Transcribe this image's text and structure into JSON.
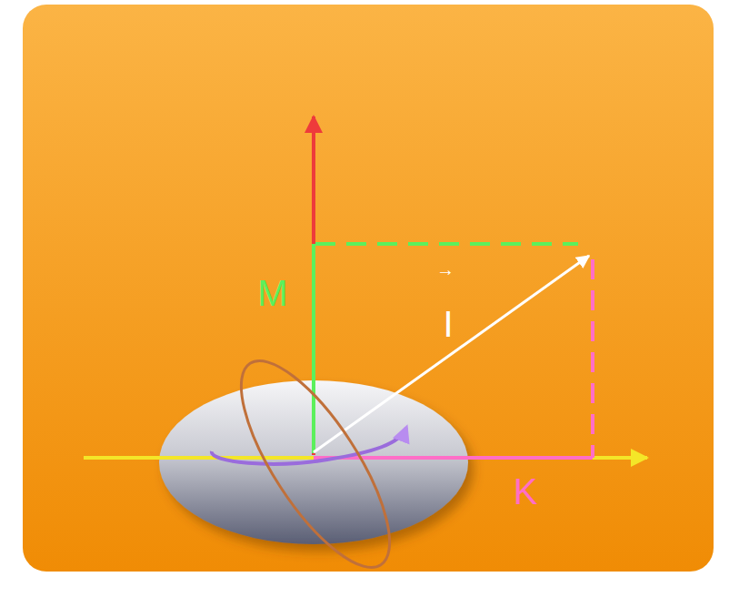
{
  "diagram": {
    "labels": [
      "M",
      "→",
      "I",
      "K"
    ]
  }
}
